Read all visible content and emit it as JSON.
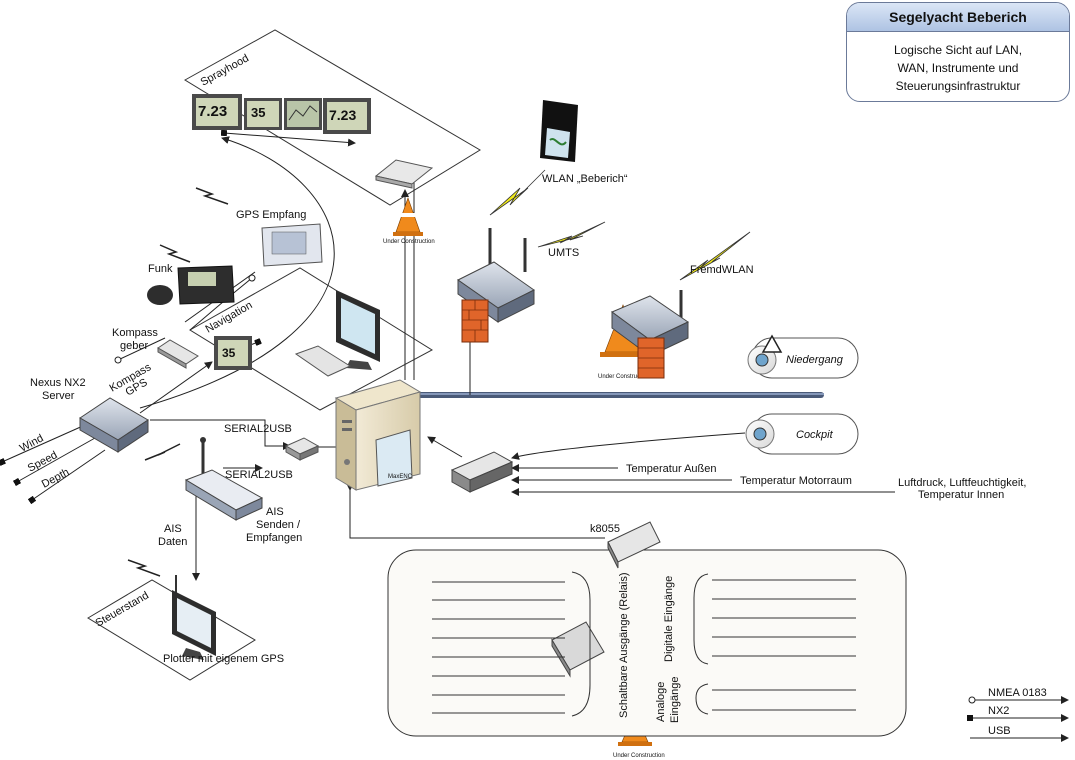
{
  "title_box": {
    "title": "Segelyacht Beberich",
    "subtitle_lines": [
      "Logische Sicht auf LAN,",
      "WAN, Instrumente und",
      "Steuerungsinfrastruktur"
    ]
  },
  "areas": {
    "sprayhood": "Sprayhood",
    "navigation": "Navigation",
    "steuerstand": "Steuerstand"
  },
  "labels": {
    "gps_empfang": "GPS Empfang",
    "funk": "Funk",
    "kompass_geber_1": "Kompass",
    "kompass_geber_2": "geber",
    "kompass_gps_1": "Kompass",
    "kompass_gps_2": "GPS",
    "nexus_1": "Nexus NX2",
    "nexus_2": "Server",
    "wind": "Wind",
    "speed": "Speed",
    "depth": "Depth",
    "serial2usb_1": "SERIAL2USB",
    "serial2usb_2": "SERIAL2USB",
    "ais_1": "AIS",
    "ais_2": "Senden /",
    "ais_3": "Empfangen",
    "ais_daten_1": "AIS",
    "ais_daten_2": "Daten",
    "plotter": "Plotter mit eigenem GPS",
    "wlan": "WLAN „Beberich“",
    "umts": "UMTS",
    "fremdwlan": "FremdWLAN",
    "niedergang": "Niedergang",
    "cockpit": "Cockpit",
    "temp_aussen": "Temperatur Außen",
    "temp_motor": "Temperatur Motorraum",
    "luft_1": "Luftdruck, Luftfeuchtigkeit,",
    "luft_2": "Temperatur Innen",
    "k8055": "k8055",
    "relais": "Schaltbare Ausgänge (Relais)",
    "digitale": "Digitale Eingänge",
    "analoge_1": "Analoge",
    "analoge_2": "Eingänge",
    "under_construction": "Under Construction",
    "maxenc": "MaxENC"
  },
  "instruments": {
    "display_1": "7.23",
    "display_2": "35",
    "display_3": "7.23",
    "display_nav": "35"
  },
  "legend": {
    "nmea": "NMEA 0183",
    "nx2": "NX2",
    "usb": "USB"
  },
  "colors": {
    "cable": "#222222",
    "backbone": "#4a5a78",
    "firewall": "#e0652a",
    "cone": "#f08a1c",
    "title_fill": "#c6d6ee",
    "lightning": "#f3ec18"
  }
}
